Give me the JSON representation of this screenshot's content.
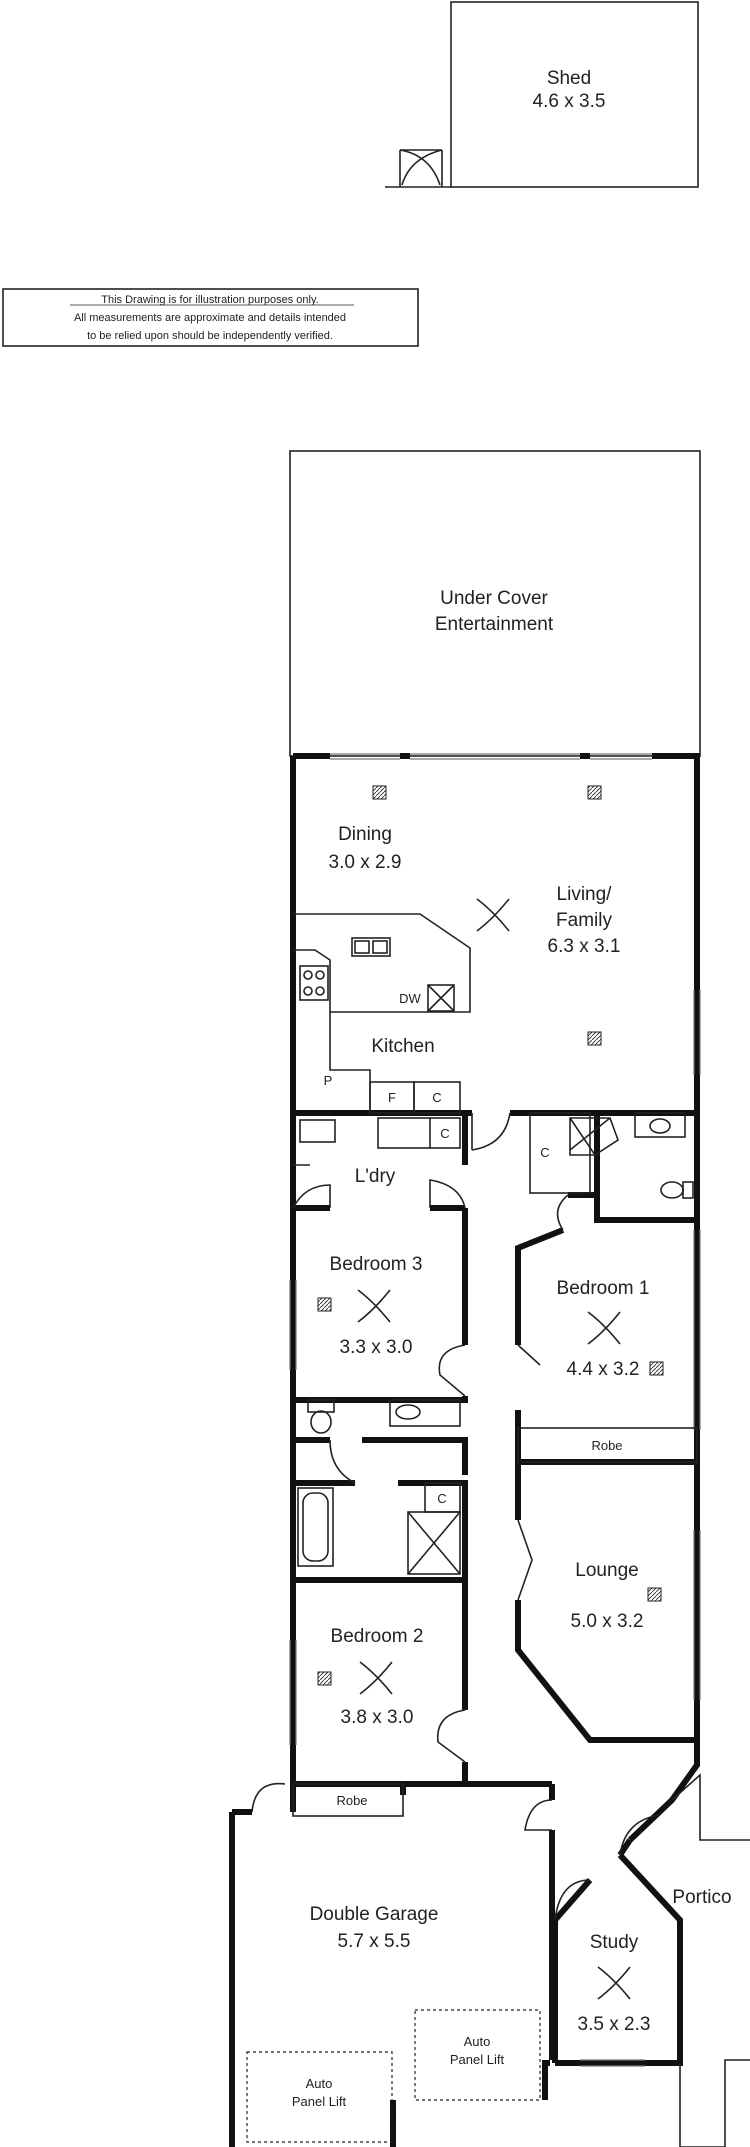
{
  "disclaimer": {
    "line1": "This Drawing is for illustration purposes only.",
    "line2": "All measurements are approximate and details intended",
    "line3": "to be relied upon should be independently verified."
  },
  "rooms": {
    "shed": {
      "name": "Shed",
      "size": "4.6 x 3.5"
    },
    "under_cover": {
      "line1": "Under Cover",
      "line2": "Entertainment"
    },
    "dining": {
      "name": "Dining",
      "size": "3.0 x 2.9"
    },
    "living": {
      "line1": "Living/",
      "line2": "Family",
      "size": "6.3 x 3.1"
    },
    "kitchen": {
      "name": "Kitchen"
    },
    "laundry": {
      "name": "L'dry"
    },
    "bedroom3": {
      "name": "Bedroom 3",
      "size": "3.3 x 3.0"
    },
    "bedroom1": {
      "name": "Bedroom 1",
      "size": "4.4 x 3.2"
    },
    "lounge": {
      "name": "Lounge",
      "size": "5.0 x 3.2"
    },
    "bedroom2": {
      "name": "Bedroom 2",
      "size": "3.8 x 3.0"
    },
    "garage": {
      "name": "Double Garage",
      "size": "5.7 x 5.5"
    },
    "study": {
      "name": "Study",
      "size": "3.5 x 2.3"
    },
    "portico": {
      "name": "Portico"
    }
  },
  "fixtures": {
    "dw": "DW",
    "pantry": "P",
    "fridge": "F",
    "cupboard": "C",
    "robe": "Robe",
    "auto_panel_1": "Auto",
    "auto_panel_2": "Panel Lift"
  },
  "icons": [
    "ceiling-fan-icon",
    "heater-vent-icon",
    "door-swing-icon"
  ]
}
